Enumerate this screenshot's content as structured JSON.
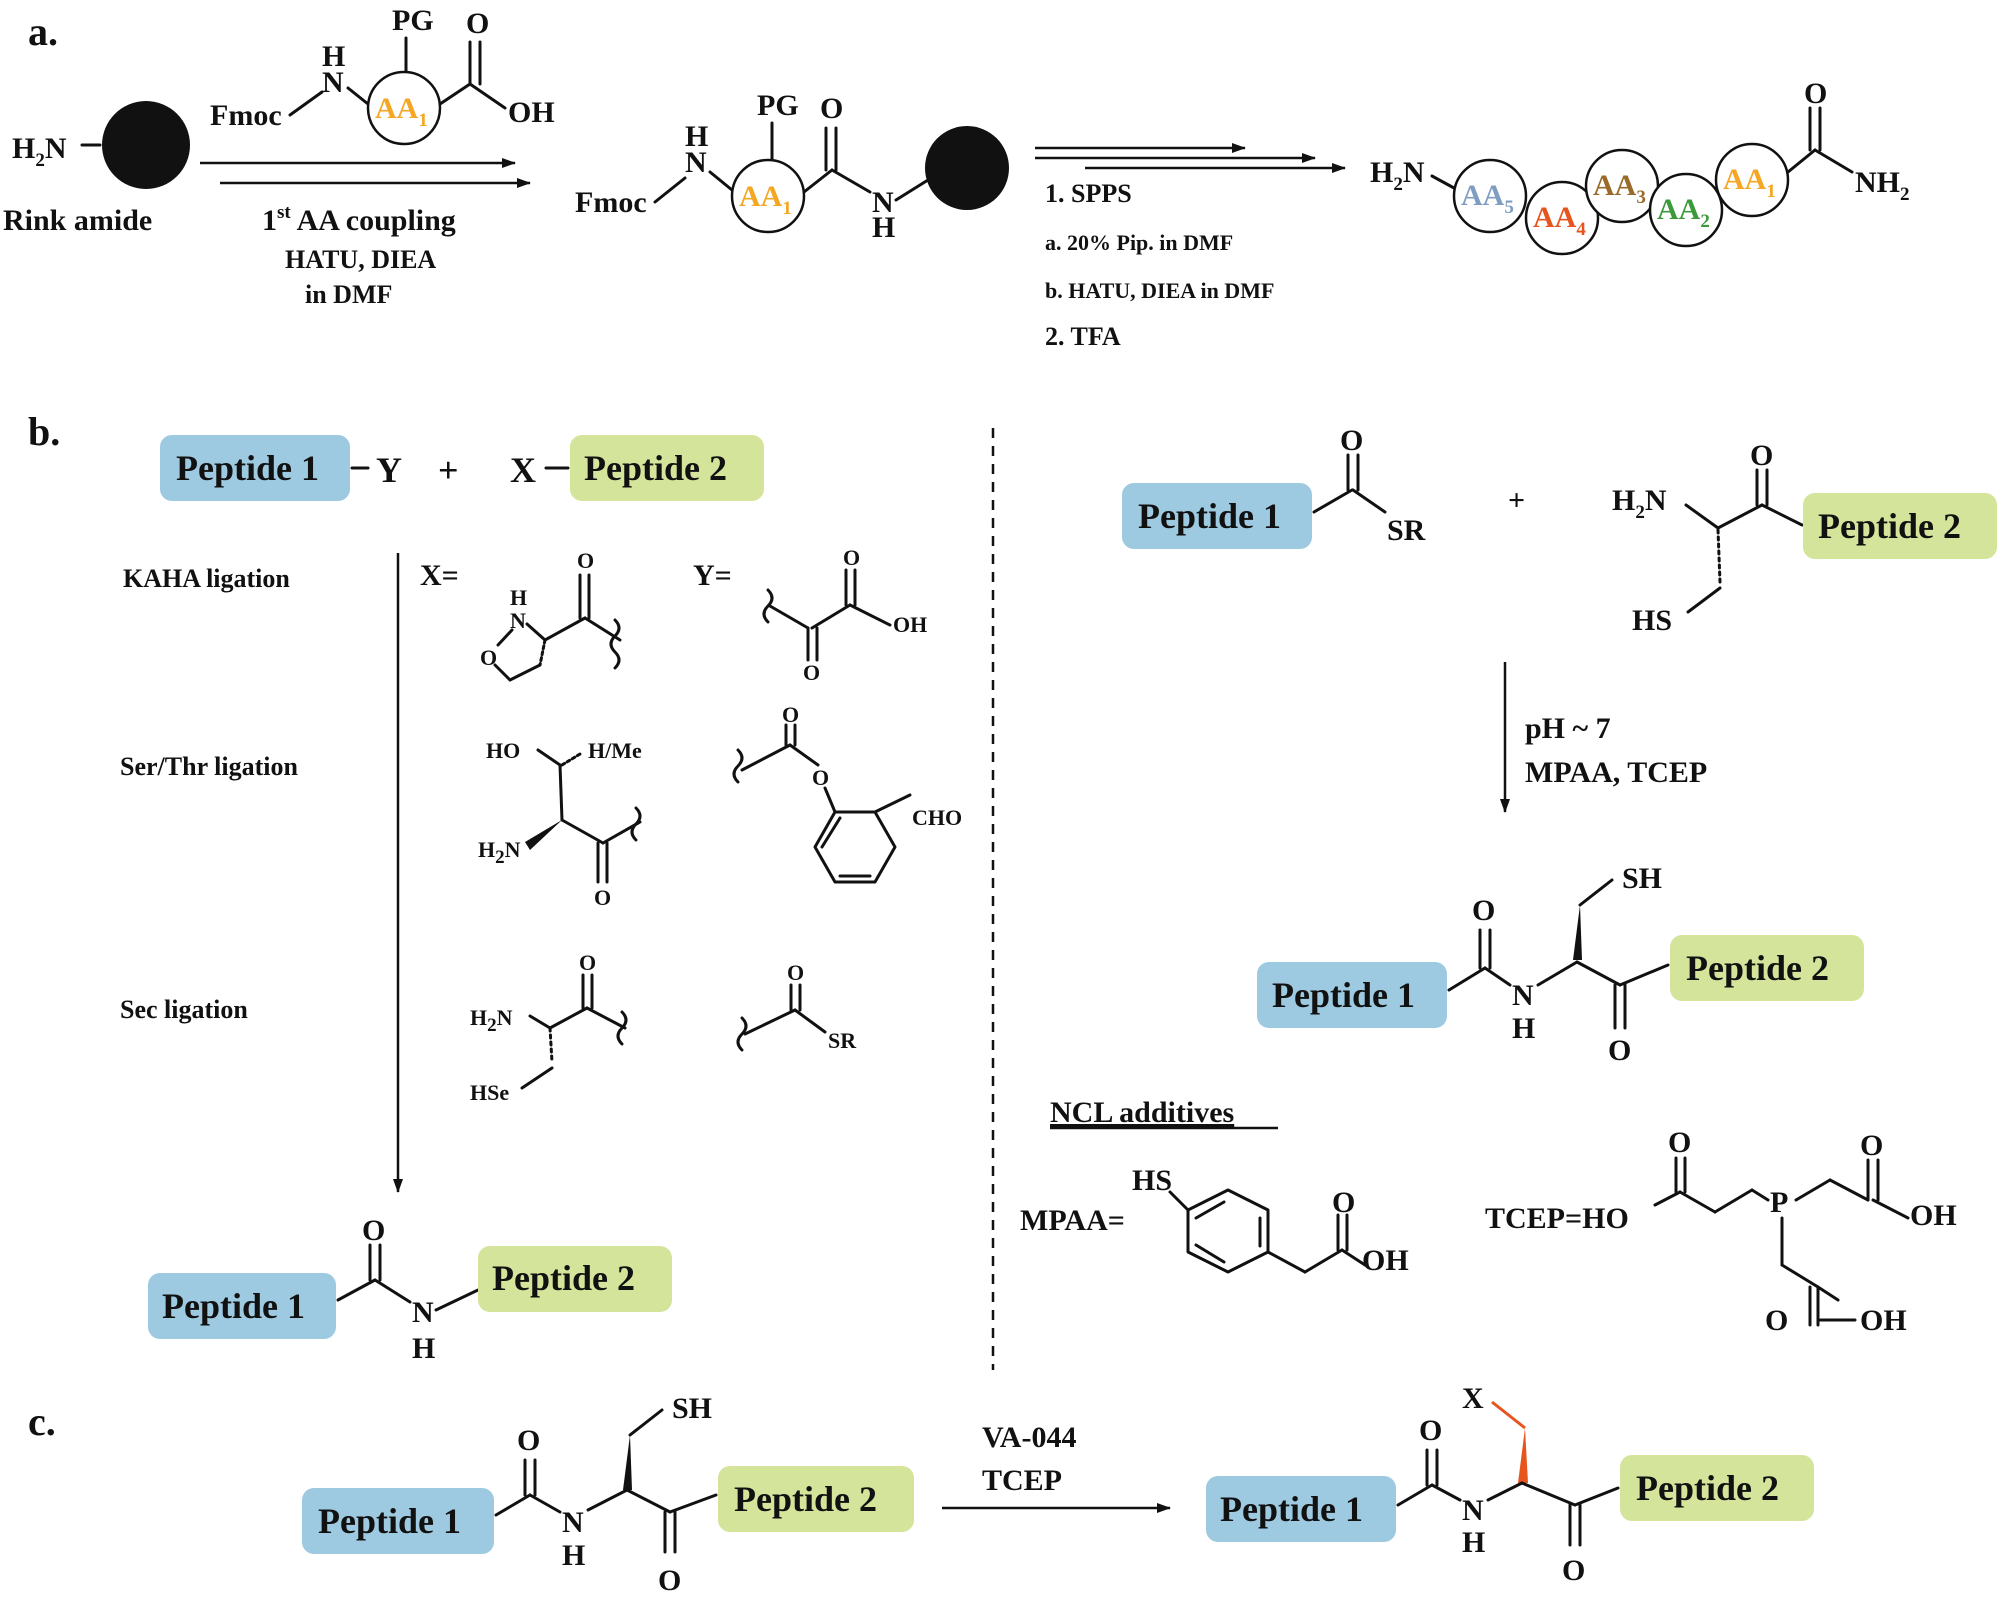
{
  "colors": {
    "peptide1": "#9ecae1",
    "peptide2": "#d4e59b",
    "aa1": "#f5a623",
    "aa2": "#3c9a3c",
    "aa3": "#9a6a2b",
    "aa4": "#e8541e",
    "aa5": "#7f9dc1",
    "x_highlight": "#e8541e"
  },
  "panels": {
    "a": "a.",
    "b": "b.",
    "c": "c."
  },
  "panel_a": {
    "h2n": "H",
    "h2n_sub": "2",
    "h2n_n": "N",
    "rink": "Rink amide",
    "pg": "PG",
    "fmoc": "Fmoc",
    "nh_h": "H",
    "nh_n": "N",
    "aa": "AA",
    "aa1_sub": "1",
    "o": "O",
    "oh": "OH",
    "h": "H",
    "coupling_1": "1",
    "coupling_sup": "st",
    "coupling_2": " AA coupling",
    "coupling_reagents": "HATU, DIEA",
    "coupling_solvent": "in DMF",
    "spps_1": "1. SPPS",
    "spps_a": "a. 20% Pip. in DMF",
    "spps_b": "b. HATU, DIEA in DMF",
    "spps_2": "2. TFA",
    "nh2": "NH",
    "nh2_sub": "2",
    "chain_subs": [
      "5",
      "4",
      "3",
      "2",
      "1"
    ]
  },
  "panel_b": {
    "peptide1": "Peptide 1",
    "peptide2": "Peptide 2",
    "y": "Y",
    "x": "X",
    "plus": "+",
    "kaha": "KAHA ligation",
    "sertr": "Ser/Thr ligation",
    "sec": "Sec ligation",
    "x_eq": "X=",
    "y_eq": "Y=",
    "o": "O",
    "oh": "OH",
    "h": "H",
    "n": "N",
    "ho": "HO",
    "hme": "H/Me",
    "cho": "CHO",
    "h2n": "H",
    "h2n_sub": "2",
    "h2n_n": "N",
    "hse": "HSe",
    "sr": "SR",
    "hs": "HS",
    "sh": "SH",
    "ncl_cond_1": "pH ~ 7",
    "ncl_cond_2": "MPAA, TCEP",
    "ncl_additives": "NCL additives",
    "mpaa_eq": "MPAA=",
    "tcep_eq": "TCEP=HO",
    "p": "P"
  },
  "panel_c": {
    "peptide1": "Peptide 1",
    "peptide2": "Peptide 2",
    "reagent_1": "VA-044",
    "reagent_2": "TCEP",
    "sh": "SH",
    "x": "X",
    "o": "O",
    "h": "H",
    "n": "N"
  }
}
